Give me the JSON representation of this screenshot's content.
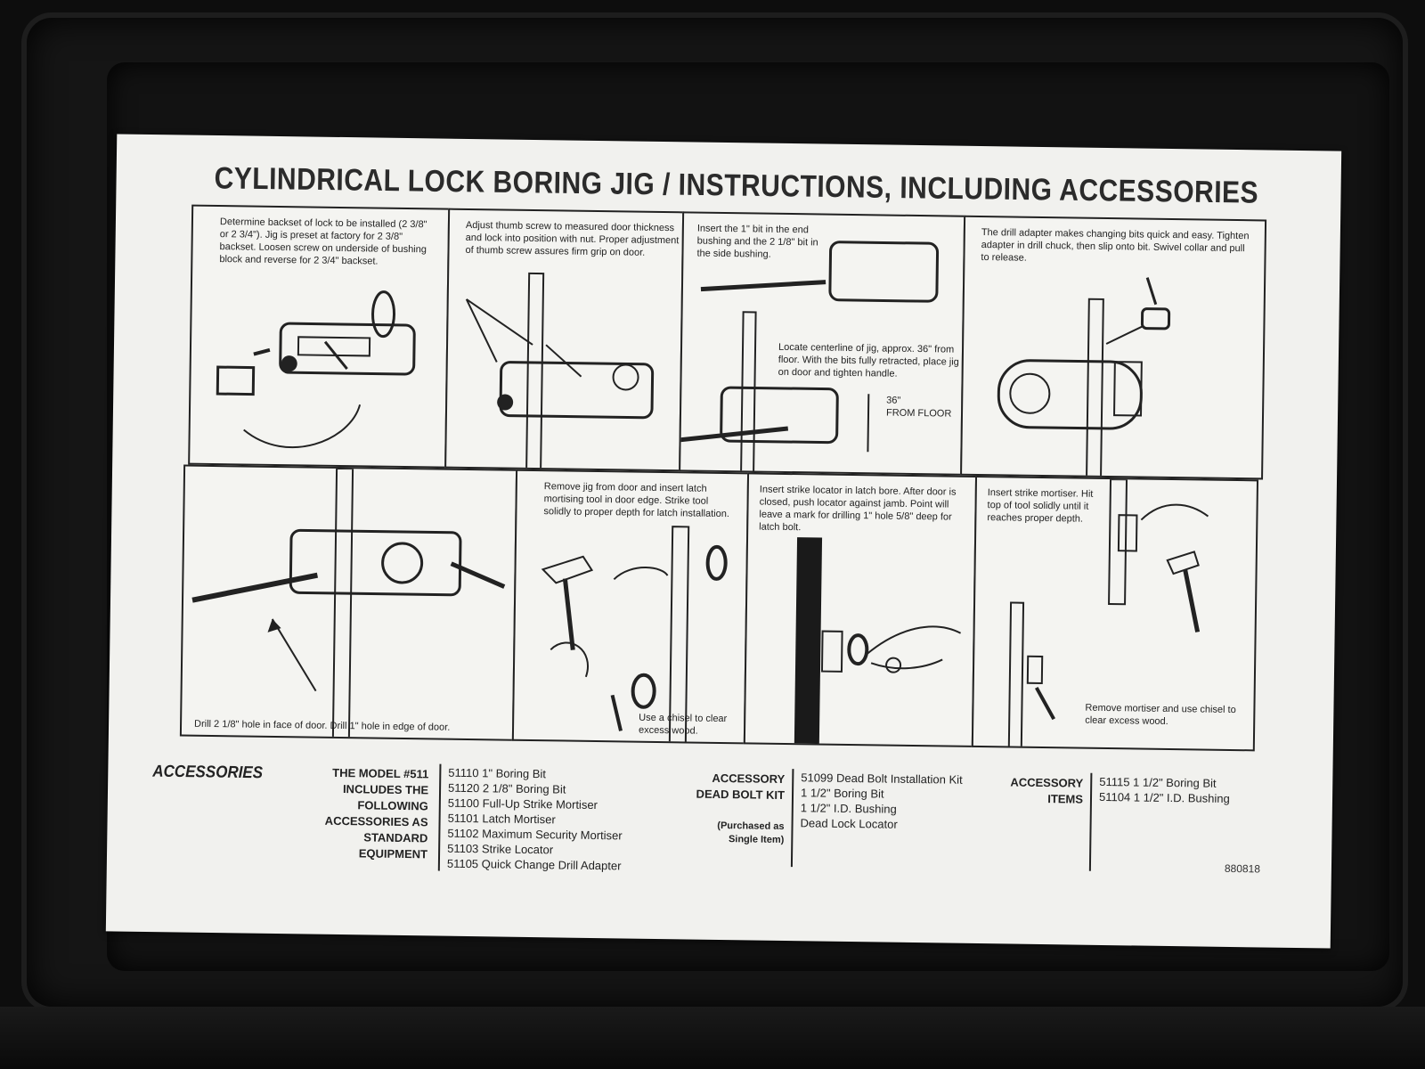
{
  "title": "CYLINDRICAL LOCK BORING JIG / INSTRUCTIONS, INCLUDING ACCESSORIES",
  "steps": [
    {
      "text": "Determine backset of lock to be installed (2 3/8\" or 2 3/4\"). Jig is preset at factory for 2 3/8\" backset. Loosen screw on underside of bushing block and reverse for 2 3/4\" backset."
    },
    {
      "text": "Adjust thumb screw to measured door thickness and lock into position with nut. Proper adjustment of thumb screw assures firm grip on door."
    },
    {
      "text": "Insert the 1\" bit in the end bushing and the 2 1/8\" bit in the side bushing.",
      "text2": "Locate centerline of jig, approx. 36\" from floor. With the bits fully retracted, place jig on door and tighten handle.",
      "floor_label": "36\"\nFROM FLOOR"
    },
    {
      "text": "The drill adapter makes changing bits quick and easy. Tighten adapter in drill chuck, then slip onto bit. Swivel collar and pull to release."
    },
    {
      "text": "Drill 2 1/8\" hole in face of door. Drill 1\" hole in edge of door."
    },
    {
      "text": "Remove jig from door and insert latch mortising tool in door edge. Strike tool solidly to proper depth for latch installation.",
      "text2": "Use a chisel to clear excess wood."
    },
    {
      "text": "Insert strike locator in latch bore. After door is closed, push locator against jamb. Point will leave a mark for drilling 1\" hole 5/8\" deep for latch bolt."
    },
    {
      "text": "Insert strike mortiser. Hit top of tool solidly until it reaches proper depth.",
      "text2": "Remove mortiser and use chisel to clear excess wood."
    }
  ],
  "accessories": {
    "heading": "ACCESSORIES",
    "model_label": "THE MODEL #511 INCLUDES THE FOLLOWING ACCESSORIES AS STANDARD EQUIPMENT",
    "model_items": [
      "51110   1\" Boring Bit",
      "51120   2 1/8\" Boring Bit",
      "51100   Full-Up Strike Mortiser",
      "51101   Latch Mortiser",
      "51102   Maximum Security Mortiser",
      "51103   Strike Locator",
      "51105   Quick Change Drill Adapter"
    ],
    "deadbolt_label": "ACCESSORY DEAD BOLT KIT",
    "deadbolt_note": "(Purchased as Single Item)",
    "deadbolt_items": [
      "51099   Dead Bolt Installation Kit",
      "1 1/2\" Boring Bit",
      "1 1/2\" I.D. Bushing",
      "Dead Lock Locator"
    ],
    "items_label": "ACCESSORY ITEMS",
    "items": [
      "51115   1 1/2\" Boring Bit",
      "51104   1 1/2\" I.D. Bushing"
    ]
  },
  "code": "880818"
}
